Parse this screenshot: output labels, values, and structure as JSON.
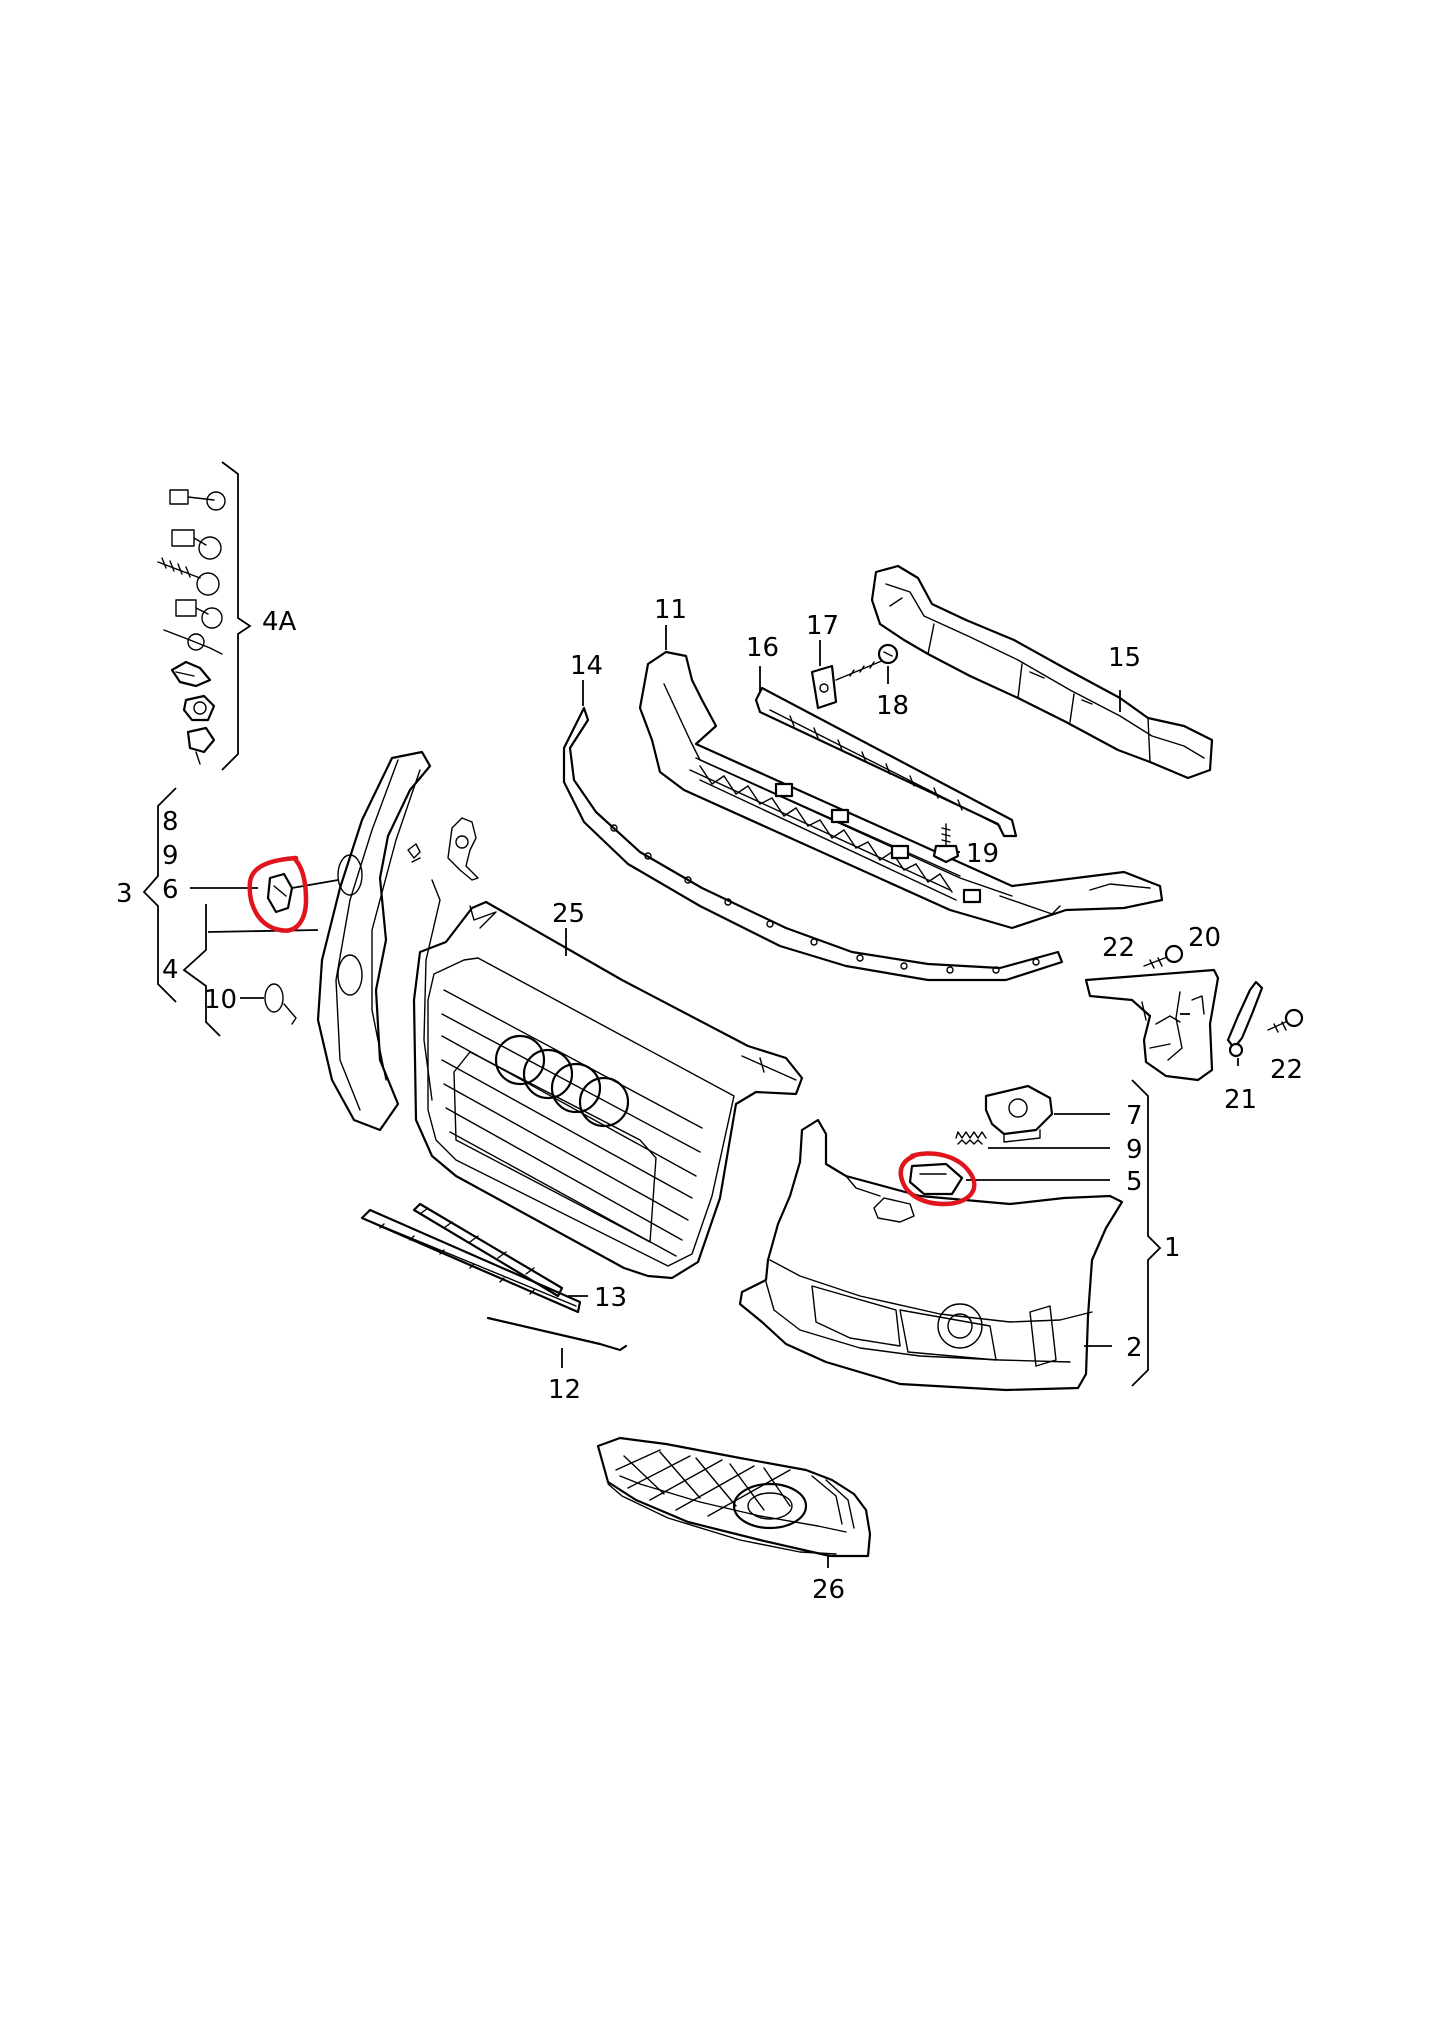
{
  "callouts": {
    "c1": "1",
    "c2": "2",
    "c3": "3",
    "c4": "4",
    "c4a": "4A",
    "c5": "5",
    "c6": "6",
    "c7": "7",
    "c8": "8",
    "c9a": "9",
    "c9b": "9",
    "c10": "10",
    "c11": "11",
    "c12": "12",
    "c13": "13",
    "c14": "14",
    "c15": "15",
    "c16": "16",
    "c17": "17",
    "c18": "18",
    "c19": "19",
    "c20": "20",
    "c21": "21",
    "c22a": "22",
    "c22b": "22",
    "c25": "25",
    "c26": "26"
  },
  "highlight_color": "#e0141c"
}
